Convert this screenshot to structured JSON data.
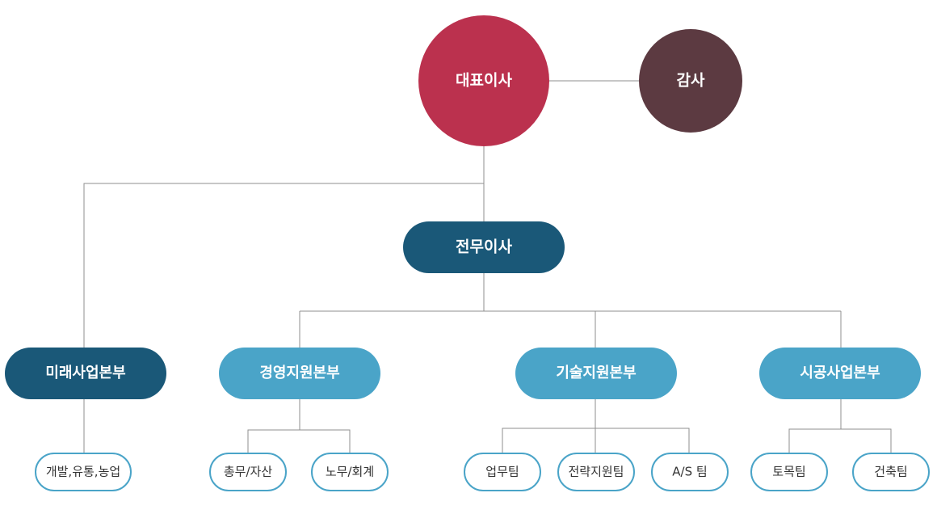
{
  "colors": {
    "ceo": "#bb314e",
    "auditor": "#5c3a41",
    "navy": "#1a5878",
    "lightblue": "#4aa4c8",
    "outline": "#4aa4c8",
    "line": "#8f8f8f"
  },
  "org": {
    "ceo": {
      "label": "대표이사"
    },
    "auditor": {
      "label": "감사"
    },
    "managing_director": {
      "label": "전무이사"
    },
    "divisions": [
      {
        "label": "미래사업본부",
        "teams": [
          {
            "label": "개발,유통,농업"
          }
        ]
      },
      {
        "label": "경영지원본부",
        "teams": [
          {
            "label": "총무/자산"
          },
          {
            "label": "노무/회계"
          }
        ]
      },
      {
        "label": "기술지원본부",
        "teams": [
          {
            "label": "업무팀"
          },
          {
            "label": "전략지원팀"
          },
          {
            "label": "A/S 팀"
          }
        ]
      },
      {
        "label": "시공사업본부",
        "teams": [
          {
            "label": "토목팀"
          },
          {
            "label": "건축팀"
          }
        ]
      }
    ]
  }
}
